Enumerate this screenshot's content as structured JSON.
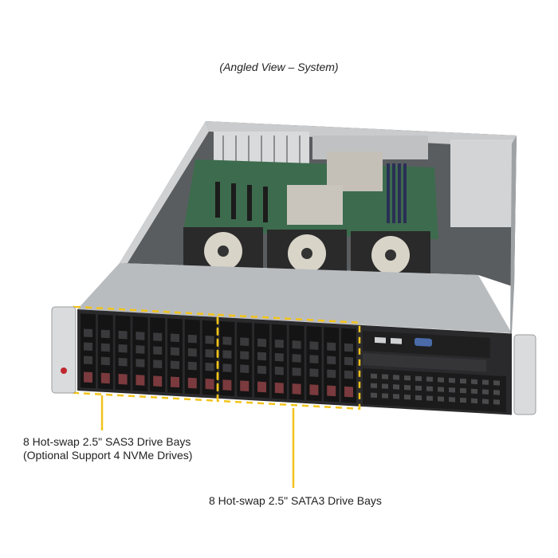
{
  "title": "(Angled View – System)",
  "callouts": [
    {
      "line1": "8 Hot-swap 2.5\" SAS3 Drive Bays",
      "line2": "(Optional Support 4 NVMe Drives)"
    },
    {
      "line1": "8 Hot-swap 2.5\" SATA3 Drive Bays"
    }
  ],
  "colors": {
    "highlight": "#f2c31b",
    "chassis": "#b9bcbf",
    "front_panel": "#2a2a2c",
    "drive_latch": "#7a3a3e"
  }
}
